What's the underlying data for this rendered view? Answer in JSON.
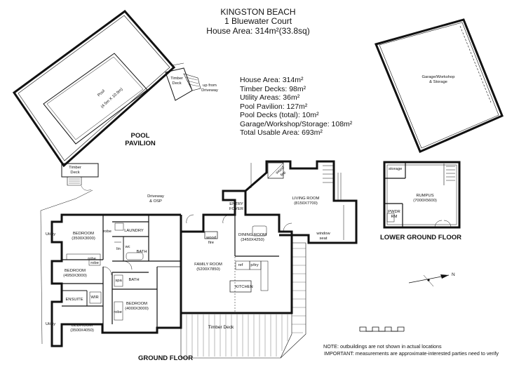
{
  "header": {
    "suburb": "KINGSTON BEACH",
    "address": "1 Bluewater Court",
    "house_area": "House Area: 314m²(33.8sq)"
  },
  "areas": [
    "House Area: 314m²",
    "Timber Decks: 98m²",
    "Utility Areas: 36m²",
    "Pool Pavilion: 127m²",
    "Pool Decks (total): 10m²",
    "Garage/Workshop/Storage: 108m²",
    "Total Usable Area: 693m²"
  ],
  "pool": {
    "pool_label": "Pool",
    "pool_dims": "(4.5m X 10.9m)",
    "title_line1": "POOL",
    "title_line2": "PAVILION",
    "timber_deck_top": "Timber\nDeck",
    "timber_deck_bottom": "Timber\nDeck",
    "up_from_driveway": "up from\nDriveway"
  },
  "garage": {
    "label": "Garage/Workshop\n& Storage"
  },
  "lower_ground": {
    "title": "LOWER GROUND FLOOR",
    "storage": "storage",
    "rumpus": "RUMPUS",
    "rumpus_dims": "(7000X5600)",
    "pwdr": "PWDR",
    "rm": "RM"
  },
  "ground": {
    "title": "GROUND FLOOR",
    "driveway": "Driveway\n& OSP",
    "utility_top": "Utility",
    "utility_bottom": "Utility",
    "bedroom_1": "BEDROOM",
    "bedroom_1_dims": "(3500X3000)",
    "bedroom_2": "BEDROOM",
    "bedroom_2_dims": "(4950X3000)",
    "bedroom_3": "BEDROOM",
    "bedroom_3_dims": "(4000X3000)",
    "bedroom_4": "BEDROOM",
    "bedroom_4_dims": "(3500X4050)",
    "laundry": "LAUNDRY",
    "bath_1": "BATH",
    "bath_2": "BATH",
    "ensuite": "ENSUITE",
    "wir": "WIR",
    "robe_1": "robe",
    "robe_2": "robe",
    "robe_3": "robe",
    "robe_4": "robe",
    "linen": "lin",
    "wc": "wc",
    "spa": "spa",
    "wood_fire_1": "wood\nfire",
    "wood_fire_2": "wood\nfire",
    "entry": "ENTRY\nFOYER",
    "living": "LIVING ROOM",
    "living_dims": "(8150X7700)",
    "dining": "DINING ROOM",
    "dining_dims": "(3450X4250)",
    "family": "FAMILY ROOM",
    "family_dims": "(5200X7850)",
    "kitchen": "KITCHEN",
    "ref": "ref",
    "pantry": "p/try",
    "window_seat": "window\nseat",
    "timber_deck": "Timber Deck"
  },
  "compass": {
    "label": "N"
  },
  "notes": {
    "note": "NOTE: outbuildings are not shown in actual locations",
    "important": "IMPORTANT: measurements are approximate-interested parties need to verify"
  }
}
